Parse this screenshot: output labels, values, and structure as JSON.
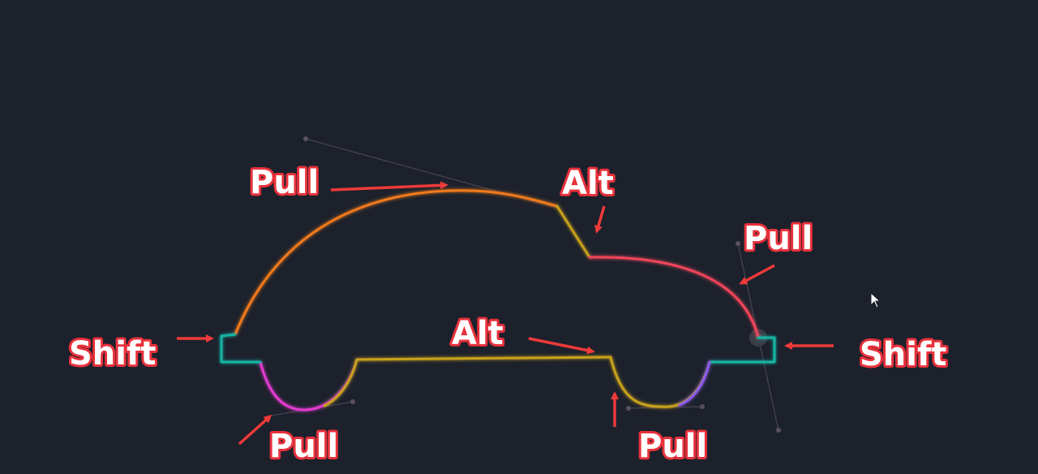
{
  "labels": {
    "pull_top": "Pull",
    "alt_top": "Alt",
    "pull_right": "Pull",
    "shift_left": "Shift",
    "alt_middle": "Alt",
    "shift_right": "Shift",
    "pull_bottom_left": "Pull",
    "pull_bottom_right": "Pull"
  },
  "colors": {
    "background": "#1c212c",
    "arrow": "#ee3a3a",
    "label_fill": "#ffffff",
    "label_outline": "#e8313b",
    "gradient_orange": "#f07a1a",
    "gradient_gold": "#c9a11a",
    "gradient_red": "#f0455a",
    "gradient_teal": "#12b5a5",
    "gradient_green": "#1fae5a",
    "gradient_magenta": "#e23ad0",
    "gradient_violet": "#8a5af0"
  },
  "icons": {
    "cursor": "mouse-pointer-icon"
  }
}
